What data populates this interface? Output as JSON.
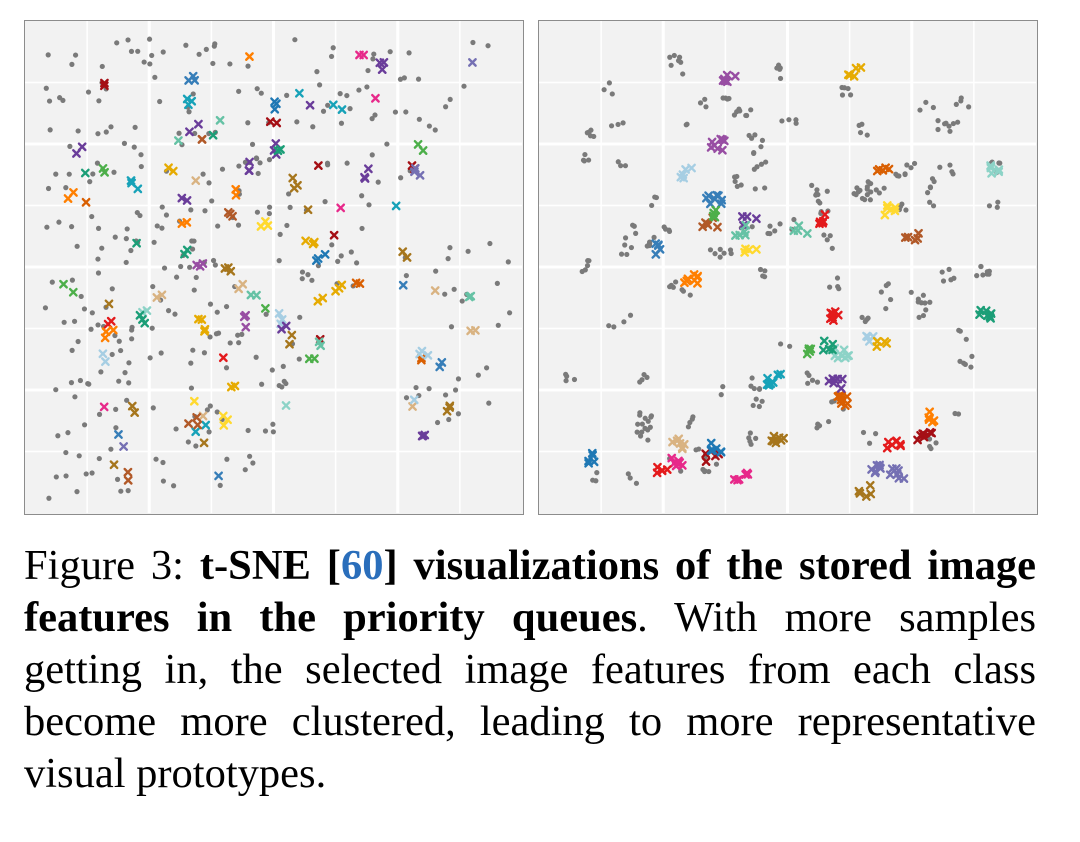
{
  "chart_data": [
    {
      "type": "scatter",
      "panel": "left",
      "grid": true,
      "legend": "none",
      "series": [
        {
          "marker": "circle",
          "color": "#7a7a7a",
          "role": "stored image features"
        },
        {
          "marker": "cross",
          "colors": [
            "#e7298a",
            "#66c2a5",
            "#d95f02",
            "#7570b3",
            "#1b9e77",
            "#a6761d",
            "#e6ab02",
            "#8dd3c7",
            "#1f78b4",
            "#e31a1c",
            "#ff7f00",
            "#6a3d9a",
            "#b15928",
            "#a6cee3",
            "#ffd92f",
            "#e41a1c",
            "#377eb8",
            "#4daf4a",
            "#984ea3",
            "#a50f15",
            "#17a2b8",
            "#d9b382"
          ],
          "role": "class prototypes"
        }
      ]
    },
    {
      "type": "scatter",
      "panel": "right",
      "grid": true,
      "legend": "none",
      "series": [
        {
          "marker": "circle",
          "color": "#7a7a7a",
          "role": "stored image features"
        },
        {
          "marker": "cross",
          "colors": [
            "#e7298a",
            "#66c2a5",
            "#d95f02",
            "#7570b3",
            "#1b9e77",
            "#a6761d",
            "#e6ab02",
            "#8dd3c7",
            "#1f78b4",
            "#e31a1c",
            "#ff7f00",
            "#6a3d9a",
            "#b15928",
            "#a6cee3",
            "#ffd92f",
            "#e41a1c",
            "#377eb8",
            "#4daf4a",
            "#984ea3",
            "#a50f15",
            "#17a2b8",
            "#d9b382"
          ],
          "role": "class prototypes"
        }
      ]
    }
  ],
  "caption": {
    "prefix": "Figure 3: ",
    "bold_a": "t-SNE [",
    "cite": "60",
    "bold_b": "] visualizations of the stored image features in the priority queues",
    "rest": ". With more samples getting in, the selected image features from each class become more clustered, leading to more representative visual prototypes."
  }
}
